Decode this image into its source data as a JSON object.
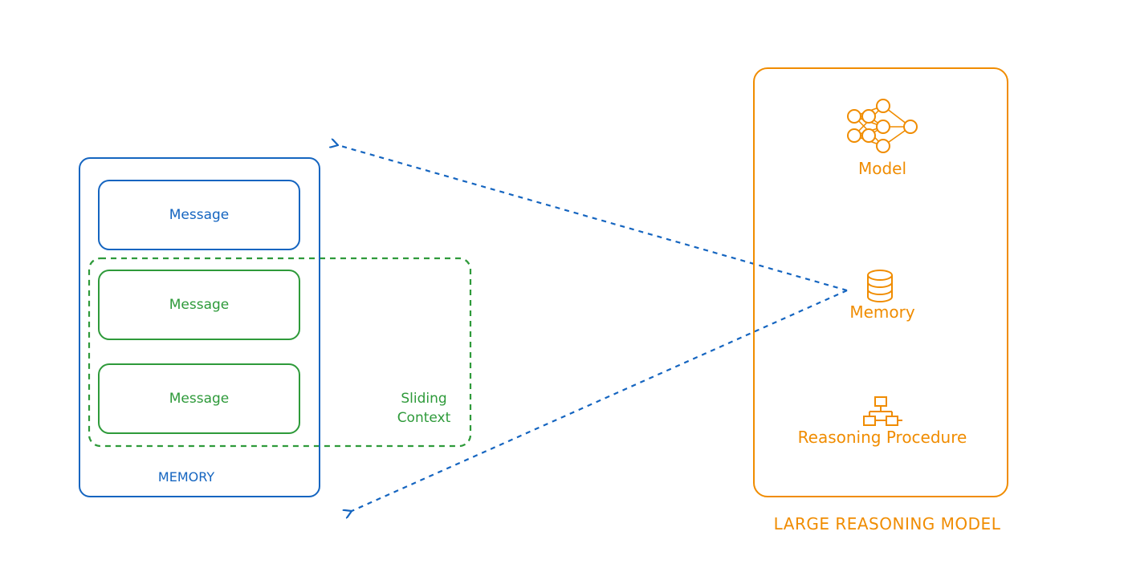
{
  "memory_panel": {
    "title": "MEMORY",
    "messages": [
      {
        "label": "Message",
        "color": "#1565c0"
      },
      {
        "label": "Message",
        "color": "#2e9a3a"
      },
      {
        "label": "Message",
        "color": "#2e9a3a"
      }
    ]
  },
  "sliding_context": {
    "line1": "Sliding",
    "line2": "Context",
    "color": "#2e9a3a"
  },
  "reasoning_model": {
    "title": "LARGE REASONING MODEL",
    "color": "#f08c00",
    "components": [
      {
        "label": "Model",
        "icon": "neural-network-icon"
      },
      {
        "label": "Memory",
        "icon": "database-icon"
      },
      {
        "label": "Reasoning Procedure",
        "icon": "hierarchy-icon"
      }
    ]
  },
  "colors": {
    "memory": "#1565c0",
    "sliding_context": "#2e9a3a",
    "model": "#f08c00",
    "arrows": "#1565c0"
  }
}
